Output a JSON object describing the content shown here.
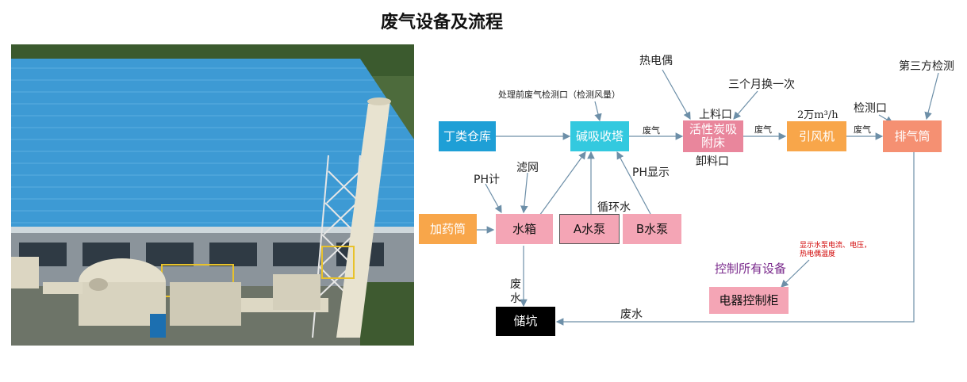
{
  "title": "废气设备及流程",
  "colors": {
    "blue_box": "#1e9fd6",
    "cyan_box": "#33c9df",
    "pink_box": "#e9869c",
    "orange_box": "#f8a64a",
    "salmon_box": "#f59072",
    "light_pink_box": "#f4a5b5",
    "black_box": "#000000",
    "arrow": "#6d8fa8"
  },
  "boxes": {
    "warehouse": "丁类仓库",
    "alkali_tower": "碱吸收塔",
    "carbon_bed": "活性炭吸附床",
    "fan": "引风机",
    "exhaust": "排气筒",
    "dosing": "加药筒",
    "water_tank": "水箱",
    "pump_a": "A水泵",
    "pump_b": "B水泵",
    "control_cabinet": "电器控制柜",
    "sump": "储坑"
  },
  "labels": {
    "thermocouple": "热电偶",
    "three_months": "三个月换一次",
    "third_party": "第三方检测",
    "pretreatment_port": "处理前废气检测口（检测风量）",
    "loading_port": "上料口",
    "unloading_port": "卸料口",
    "flow_rate": "2万m³/h",
    "check_port": "检测口",
    "gas1": "废气",
    "gas2": "废气",
    "gas3": "废气",
    "ph_meter": "PH计",
    "filter": "滤网",
    "ph_display": "PH显示",
    "circulating_water": "循环水",
    "control_all": "控制所有设备",
    "display_note": "显示水泵电流、电压，热电偶温度",
    "wastewater_vertical": "废\n水",
    "wastewater": "废水"
  }
}
